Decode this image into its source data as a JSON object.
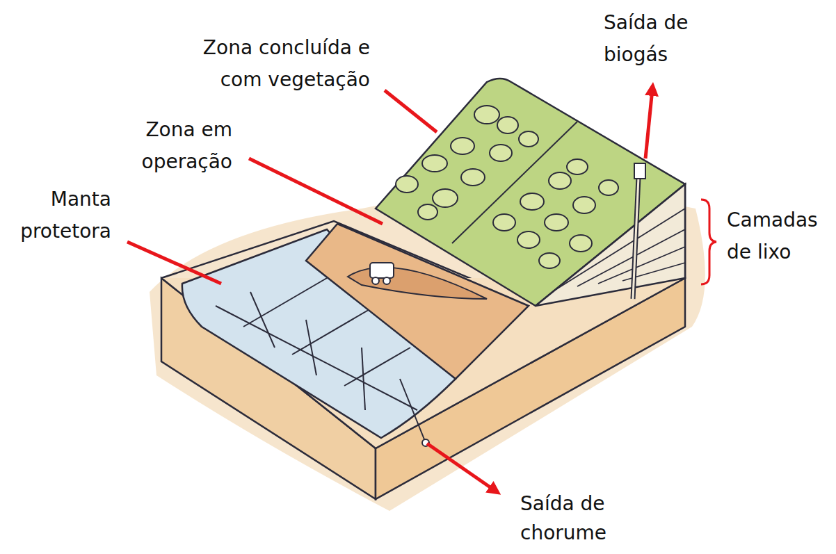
{
  "diagram": {
    "labels": [
      "Zona concluída e com vegetação",
      "Saída de biogás",
      "Zona em operação",
      "Manta protetora",
      "Camadas de lixo",
      "Saída de chorume"
    ]
  }
}
